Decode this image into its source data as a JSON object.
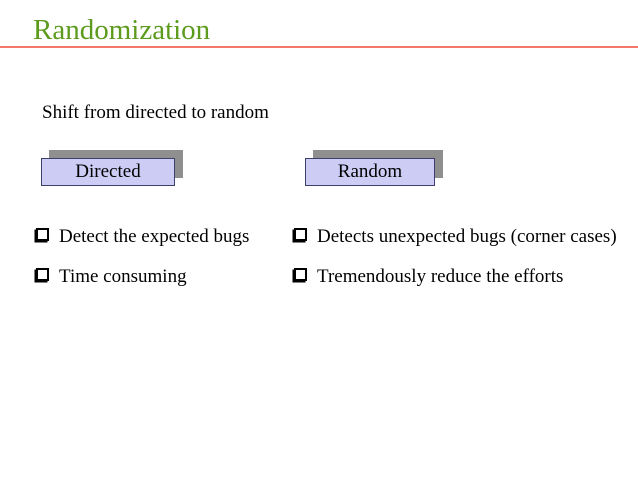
{
  "slide": {
    "title": "Randomization",
    "lead": "Shift from directed to random",
    "boxes": {
      "directed": "Directed",
      "random": "Random"
    },
    "left_bullets": [
      "Detect the expected bugs",
      "Time consuming"
    ],
    "right_bullets": [
      "Detects unexpected bugs (corner cases)",
      "Tremendously reduce the efforts"
    ],
    "icons": {
      "bullet": "checkbox-square-bullet"
    },
    "colors": {
      "title_green": "#5d9b1e",
      "divider_red": "#f4786a",
      "box_fill": "#ccccf5",
      "box_border": "#3f3f6e",
      "box_shadow_gray": "#8f8f8f",
      "body_text": "#000000",
      "background": "#ffffff"
    }
  }
}
